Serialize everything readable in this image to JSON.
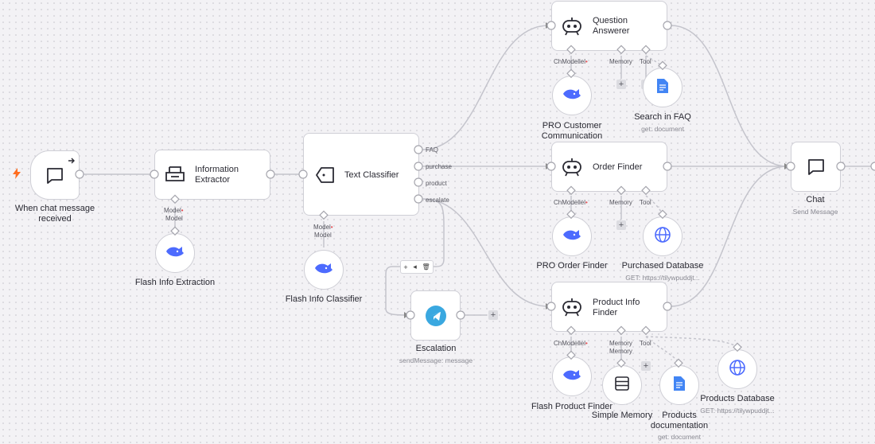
{
  "colors": {
    "canvas": "#f3f2f5",
    "node_border": "#cfcfd6",
    "wire": "#c4c4cc",
    "trigger_bolt": "#ff6d1f",
    "model_blue": "#4d6bfe",
    "telegram": "#3aa8e0",
    "docs_blue": "#4285f4",
    "required": "#e5484d"
  },
  "nodes": {
    "trigger": {
      "label_line1": "When chat message",
      "label_line2": "received",
      "icon": "chat-bubble-icon"
    },
    "info_extractor": {
      "line1": "Information",
      "line2": "Extractor",
      "icon": "document-extract-icon",
      "port_model_top": "Model",
      "port_model_bottom": "Model"
    },
    "flash_info_extraction": {
      "label": "Flash Info Extraction",
      "icon": "whale-icon"
    },
    "text_classifier": {
      "title": "Text Classifier",
      "icon": "tag-icon",
      "outputs": [
        "FAQ",
        "purchase",
        "product",
        "escalate"
      ],
      "port_model_top": "Model",
      "port_model_bottom": "Model"
    },
    "flash_info_classifier": {
      "label": "Flash Info Classifier",
      "icon": "whale-icon"
    },
    "escalation": {
      "label": "Escalation",
      "sub": "sendMessage: message",
      "icon": "telegram-icon"
    },
    "question_answerer": {
      "line1": "Question",
      "line2": "Answerer",
      "icon": "robot-icon",
      "port_chat": "ChModellel",
      "port_memory": "Memory",
      "port_tool": "Tool"
    },
    "pro_customer": {
      "line1": "PRO Customer",
      "line2": "Communication",
      "icon": "whale-icon"
    },
    "search_faq": {
      "label": "Search in FAQ",
      "sub": "get: document",
      "icon": "google-docs-icon"
    },
    "order_finder": {
      "title": "Order Finder",
      "icon": "robot-icon",
      "port_chat": "ChModellel",
      "port_memory": "Memory",
      "port_tool": "Tool"
    },
    "pro_order_finder": {
      "label": "PRO Order Finder",
      "icon": "whale-icon"
    },
    "purchased_db": {
      "label": "Purchased Database",
      "sub": "GET: https://tilywpuddjt...",
      "icon": "globe-icon"
    },
    "product_info_finder": {
      "line1": "Product Info",
      "line2": "Finder",
      "icon": "robot-icon",
      "port_chat": "ChModellel",
      "port_memory_1": "Memory",
      "port_memory_2": "Memory",
      "port_tool": "Tool"
    },
    "flash_product_finder": {
      "label": "Flash Product Finder",
      "icon": "whale-icon"
    },
    "simple_memory": {
      "label": "Simple Memory",
      "icon": "database-icon"
    },
    "products_docs": {
      "line1": "Products",
      "line2": "documentation",
      "sub": "get: document",
      "icon": "google-docs-icon"
    },
    "products_db": {
      "label": "Products Database",
      "sub": "GET: https://tilywpuddjt...",
      "icon": "globe-icon"
    },
    "chat": {
      "label": "Chat",
      "sub": "Send Message",
      "icon": "chat-bubble-icon"
    }
  },
  "toolbar": {
    "add": "+",
    "run": "◂",
    "delete": "🗑"
  },
  "add_symbol": "+"
}
